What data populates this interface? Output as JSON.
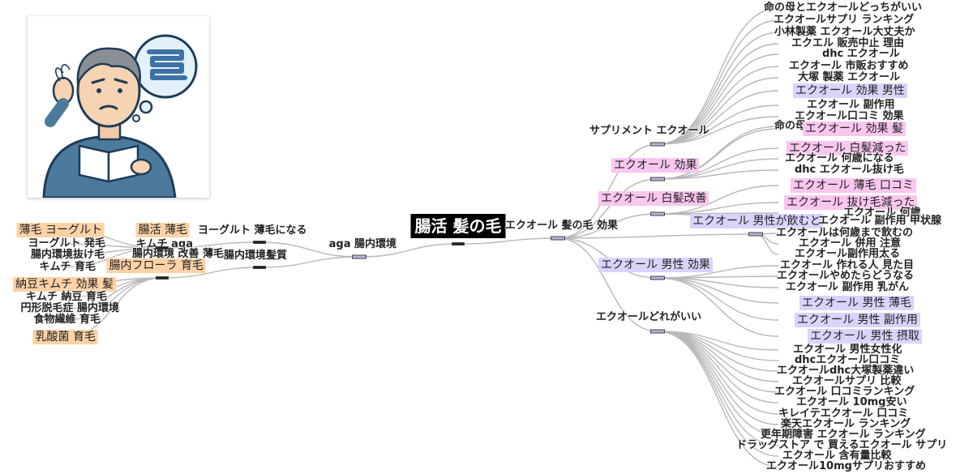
{
  "root": {
    "label": "腸活 髪の毛"
  },
  "left_branch": {
    "hub": "aga 腸内環境",
    "mid_upper": "ヨーグルト 薄毛になる",
    "mid_lower": "腸内環境髪質",
    "inner_upper": [
      "腸活 薄毛",
      "キムチ aga"
    ],
    "inner_lower": [
      "腸内環境 改善 薄毛",
      "腸内フローラ 育毛"
    ],
    "leaves": [
      "薄毛 ヨーグルト",
      "ヨーグルト 発毛",
      "腸内環境抜け毛",
      "キムチ 育毛",
      "納豆キムチ 効果 髪",
      "キムチ 納豆 育毛",
      "円形脱毛症 腸内環境",
      "食物繊維 育毛",
      "乳酸菌 育毛"
    ]
  },
  "right_branch": {
    "hub": "エクオール 髪の毛 効果",
    "categories": {
      "supplement": "サプリメント エクオール",
      "effect": "エクオール 効果",
      "white_hair": "エクオール 白髪改善",
      "men_drink": "エクオール 男性が飲むと",
      "men_effect": "エクオール 男性 効果",
      "which": "エクオールどれがいい"
    },
    "leaves_supplement": [
      "命の母とエクオールどっちがいい",
      "エクオールサプリ ランキング",
      "小林製薬 エクオール大丈夫か",
      "エクエル 販売中止 理由",
      "dhc エクオール",
      "エクオール 市販おすすめ",
      "大塚 製薬 エクオール",
      "エクオール 効果 男性",
      "エクオール 副作用",
      "エクオール口コミ 効果"
    ],
    "leaves_effect": [
      "命の母",
      "エクオール 効果 髪",
      "エクオール 白髪減った",
      "エクオール 何歳になる",
      "dhc エクオール抜け毛"
    ],
    "leaves_white": [
      "エクオール 薄毛 口コミ",
      "エクオール 抜け毛減った",
      "エクオール 何歳",
      "エクオール 副作用 甲状腺"
    ],
    "leaves_drink": [
      "エクオールは何歳まで飲むの",
      "エクオール 併用 注意",
      "エクオール副作用太る"
    ],
    "leaves_men": [
      "エクオール 作れる人 見た目",
      "エクオールやめたらどうなる",
      "エクオール 副作用 乳がん",
      "エクオール 男性 薄毛",
      "エクオール 男性 副作用",
      "エクオール 男性 摂取"
    ],
    "leaves_which": [
      "エクオール 男性女性化",
      "dhcエクオール口コミ",
      "エクオールdhc大塚製薬違い",
      "エクオールサプリ 比較",
      "エクオール 口コミランキング",
      "エクオール 10mg安い",
      "キレイテエクオール 口コミ",
      "楽天エクオール ランキング",
      "更年期障害 エクオール ランキング",
      "ドラッグストア で 買えるエクオール サプリ",
      "エクオール 含有量比較",
      "エクオール10mgサプリおすすめ"
    ]
  },
  "colors": {
    "purple": "#d8d4fb",
    "pink": "#f9c6ef",
    "orange": "#fcd2a6",
    "link": "#b8b8b8"
  },
  "illustration": {
    "icons": [
      "worried-man-icon",
      "intestine-thought-icon",
      "book-icon",
      "falling-hair-icon"
    ]
  }
}
